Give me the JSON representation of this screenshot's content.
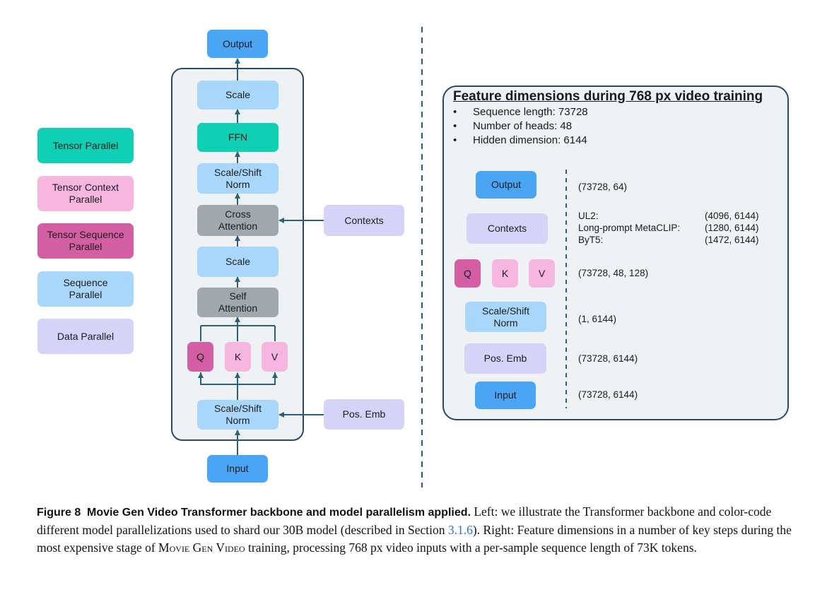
{
  "legend": {
    "tensor_parallel": "Tensor Parallel",
    "tensor_context_parallel": "Tensor Context Parallel",
    "tensor_sequence_parallel": "Tensor Sequence Parallel",
    "sequence_parallel": "Sequence Parallel",
    "data_parallel": "Data Parallel"
  },
  "backbone": {
    "output": "Output",
    "scale_top": "Scale",
    "ffn": "FFN",
    "scale_shift_norm_upper": "Scale/Shift Norm",
    "cross_attention": "Cross Attention",
    "contexts": "Contexts",
    "scale_mid": "Scale",
    "self_attention": "Self Attention",
    "q": "Q",
    "k": "K",
    "v": "V",
    "scale_shift_norm_lower": "Scale/Shift Norm",
    "pos_emb": "Pos. Emb",
    "input": "Input"
  },
  "features": {
    "title": "Feature dimensions during 768 px video training",
    "bullets": [
      "Sequence length: 73728",
      "Number of heads: 48",
      "Hidden dimension: 6144"
    ],
    "bullet_mark": "•",
    "output_label": "Output",
    "output_dim": "(73728, 64)",
    "contexts_label": "Contexts",
    "contexts_rows": [
      {
        "name": "UL2:",
        "dim": "(4096, 6144)"
      },
      {
        "name": "Long-prompt MetaCLIP:",
        "dim": "(1280, 6144)"
      },
      {
        "name": "ByT5:",
        "dim": "(1472, 6144)"
      }
    ],
    "q": "Q",
    "k": "K",
    "v": "V",
    "qkv_dim": "(73728, 48, 128)",
    "norm_label": "Scale/Shift Norm",
    "norm_dim": "(1, 6144)",
    "pos_label": "Pos. Emb",
    "pos_dim": "(73728, 6144)",
    "input_label": "Input",
    "input_dim": "(73728, 6144)"
  },
  "caption": {
    "figure": "Figure 8",
    "bold_title": "Movie Gen Video Transformer backbone and model parallelism applied.",
    "text_1": " Left: we illustrate the Transformer backbone and color-code different model parallelizations used to shard our 30B model (described in Section ",
    "section_ref": "3.1.6",
    "text_2": "). Right: Feature dimensions in a number of key steps during the most expensive stage of ",
    "model_name": "Movie Gen Video",
    "text_3": " training, processing 768 px video inputs with a per-sample sequence length of 73K tokens."
  },
  "colors": {
    "tensor_parallel": "#0fcfb4",
    "tensor_context_parallel": "#f7b6df",
    "tensor_sequence_parallel": "#d45ea4",
    "sequence_parallel": "#a8d7fb",
    "data_parallel": "#d6d3f8",
    "attention_gray": "#a1a8ad",
    "io_blue": "#4aa5f5",
    "wire": "#2b5f7a"
  }
}
